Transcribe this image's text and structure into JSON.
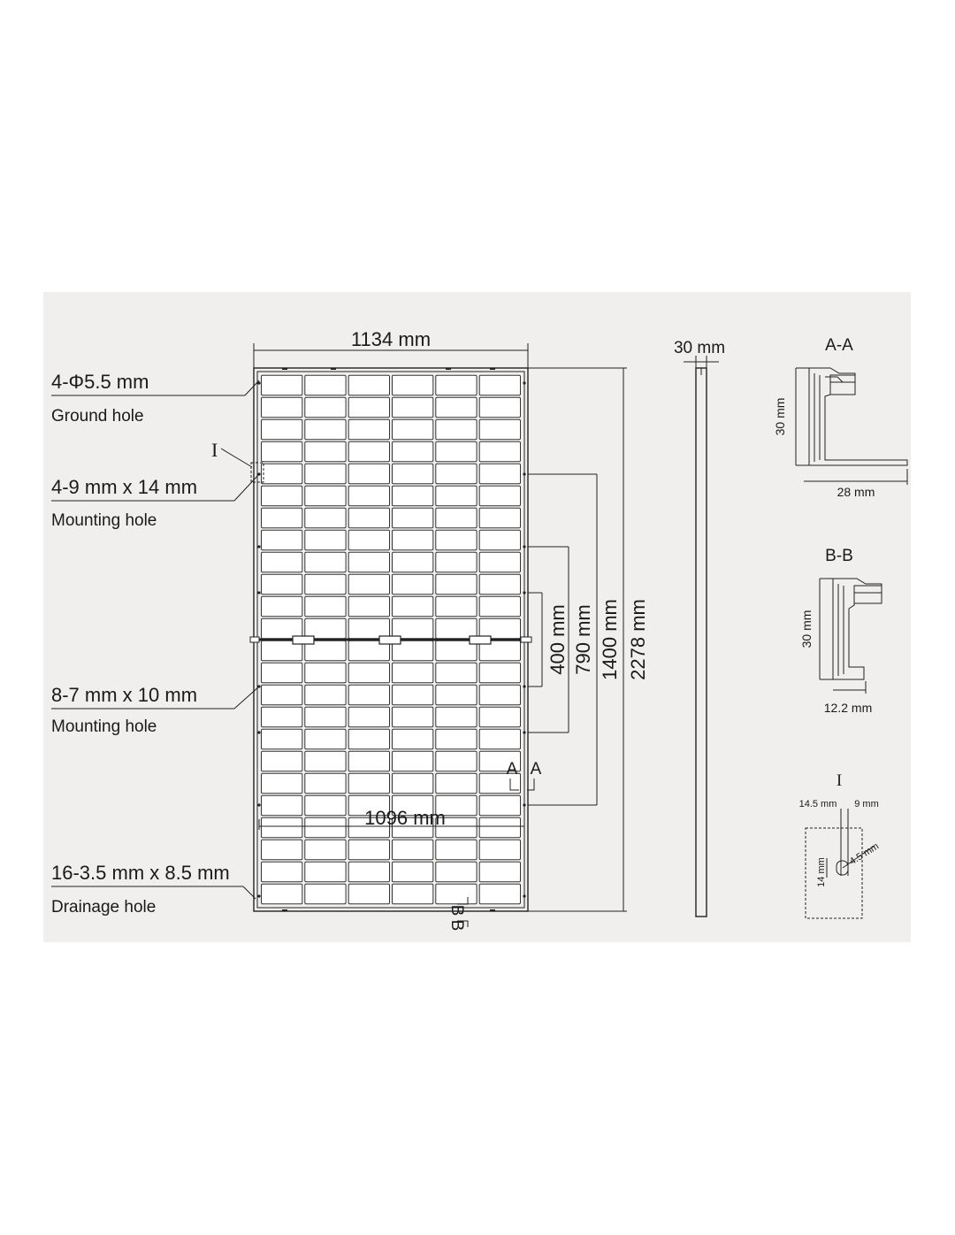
{
  "panel": {
    "width_label": "1134 mm",
    "inner_width_label": "1096 mm",
    "cell_columns": 6,
    "cell_rows": 24,
    "heights": [
      "400 mm",
      "790 mm",
      "1400 mm",
      "2278 mm"
    ]
  },
  "callouts": [
    {
      "spec": "4-Φ5.5 mm",
      "name": "Ground hole"
    },
    {
      "spec": "4-9 mm x 14 mm",
      "name": "Mounting hole"
    },
    {
      "spec": "8-7 mm x 10 mm",
      "name": "Mounting hole"
    },
    {
      "spec": "16-3.5 mm x 8.5 mm",
      "name": "Drainage hole"
    }
  ],
  "detail_marker": "I",
  "section_marks": {
    "a": "A",
    "b": "B"
  },
  "side_view": {
    "thickness_label": "30 mm"
  },
  "section_aa": {
    "title": "A-A",
    "height": "30 mm",
    "width": "28 mm"
  },
  "section_bb": {
    "title": "B-B",
    "height": "30 mm",
    "width": "12.2 mm"
  },
  "detail_i": {
    "title": "I",
    "left": "14.5 mm",
    "right": "9 mm",
    "slot_height": "14 mm",
    "slot_width": "4.5 mm"
  }
}
